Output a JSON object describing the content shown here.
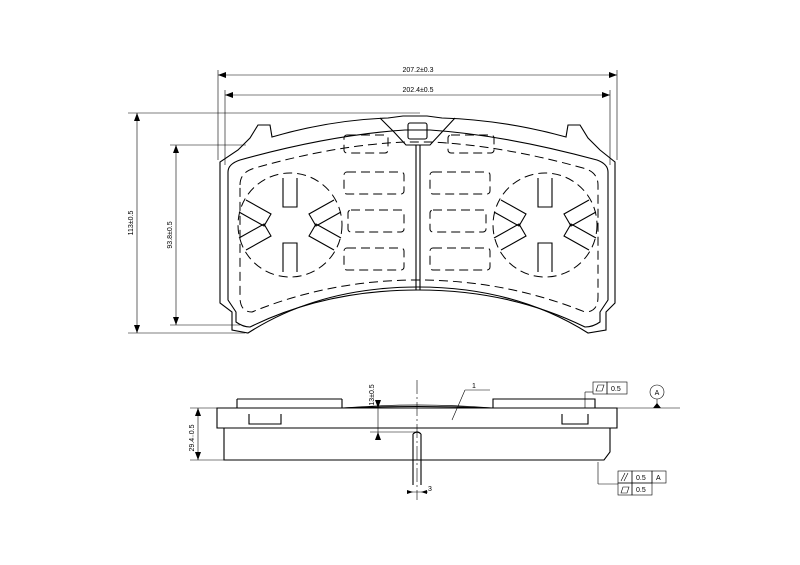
{
  "dimensions": {
    "overall_length": "207.2±0.3",
    "inner_length": "202.4±0.5",
    "overall_height": "113±0.5",
    "inner_height": "93.8±0.5",
    "thickness_top": "13±0.5",
    "total_thickness": "29.4₋0.5",
    "slot_width": "3"
  },
  "callouts": {
    "friction_material": "1"
  },
  "tolerances": {
    "flatness_value": "0.5",
    "datum": "A",
    "parallelism_value": "0.5",
    "parallelism_datum": "A",
    "flatness_bottom_value": "0.5"
  }
}
